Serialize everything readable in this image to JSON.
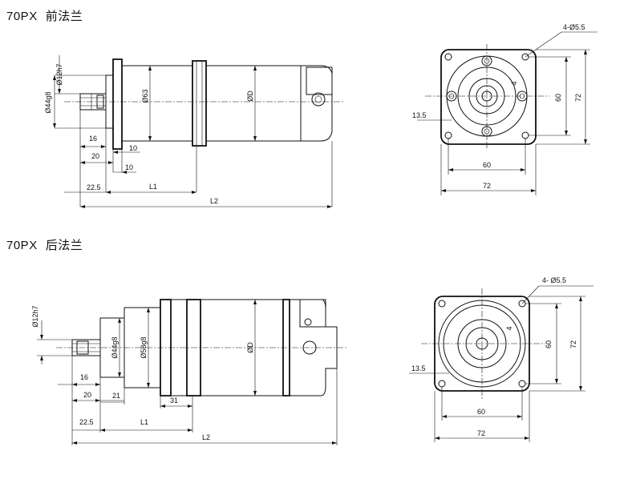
{
  "sections": [
    {
      "title_model": "70PX",
      "title_type": "前法兰",
      "side_view": {
        "dia_shaft": "Ø12h7",
        "dia_spigot": "Ø44g8",
        "dia_body": "Ø63",
        "dia_motor": "ØD",
        "dim_16": "16",
        "dim_20": "20",
        "dim_10a": "10",
        "dim_10b": "10",
        "dim_22_5": "22.5",
        "dim_L1": "L1",
        "dim_L2": "L2"
      },
      "end_view": {
        "holes": "4-Ø5.5",
        "dim_13_5": "13.5",
        "dim_4": "4",
        "dim_60_h": "60",
        "dim_72_h": "72",
        "dim_60_v": "60",
        "dim_72_v": "72"
      }
    },
    {
      "title_model": "70PX",
      "title_type": "后法兰",
      "side_view": {
        "dia_shaft": "Ø12h7",
        "dia_spigot": "Ø44g8",
        "dia_flange": "Ø58g8",
        "dia_motor": "ØD",
        "dim_16": "16",
        "dim_20": "20",
        "dim_21": "21",
        "dim_31": "31",
        "dim_22_5": "22.5",
        "dim_L1": "L1",
        "dim_L2": "L2"
      },
      "end_view": {
        "holes": "4- Ø5.5",
        "dim_13_5": "13.5",
        "dim_4": "4",
        "dim_60_h": "60",
        "dim_72_h": "72",
        "dim_60_v": "60",
        "dim_72_v": "72"
      }
    }
  ]
}
